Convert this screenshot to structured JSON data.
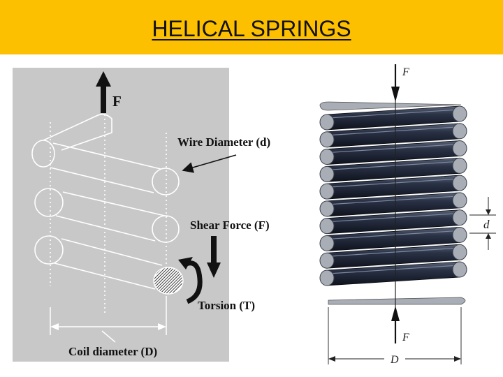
{
  "slide": {
    "title": "HELICAL SPRINGS"
  },
  "left_diagram": {
    "force_label": "F",
    "wire_diameter_label": "Wire Diameter (d)",
    "shear_force_label": "Shear Force (F)",
    "torsion_label": "Torsion (T)",
    "coil_diameter_label": "Coil diameter (D)"
  },
  "right_diagram": {
    "top_force_label": "F",
    "bottom_force_label": "F",
    "wire_dim_label": "d",
    "coil_dim_label": "D"
  },
  "colors": {
    "banner": "#fcc000",
    "panel": "#c8c8c8",
    "coil": "#1c2333",
    "coil_end": "#a9adb5"
  }
}
